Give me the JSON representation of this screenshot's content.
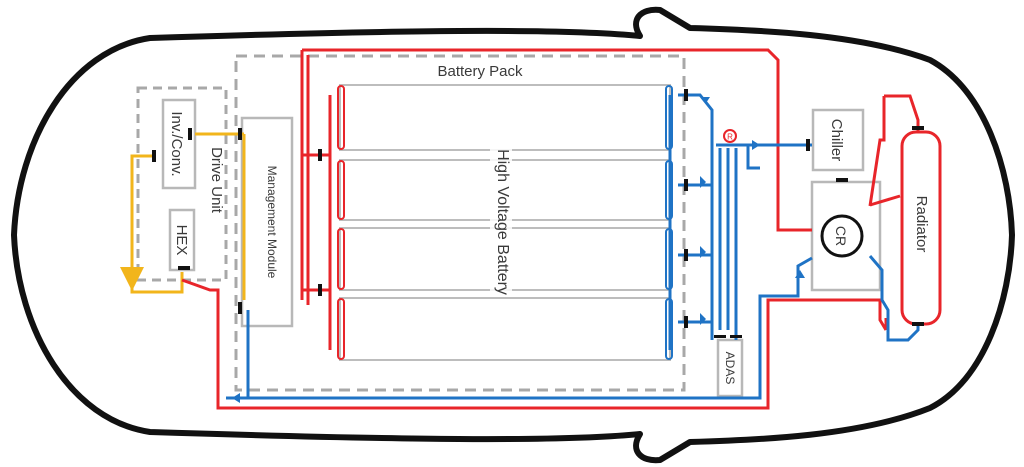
{
  "labels": {
    "battery_pack": "Battery Pack",
    "high_voltage_battery": "High Voltage Battery",
    "inv_conv": "Inv./Conv.",
    "drive_unit": "Drive Unit",
    "hex": "HEX",
    "management_module": "Management Module",
    "chiller": "Chiller",
    "cr": "CR",
    "radiator": "Radiator",
    "adas": "ADAS",
    "reservoir_mark": "R"
  },
  "colors": {
    "hot": "#e8252a",
    "cold": "#1f73c5",
    "drive_loop": "#f2b51b",
    "outline": "#111111",
    "component_box": "#b8b8b8",
    "dashed_group": "#a8a8a8",
    "battery_fill_start": "#e8252a",
    "battery_fill_end": "#2a6cc9"
  },
  "icons": [
    "valve-icon",
    "pump-icon",
    "reservoir-icon"
  ]
}
